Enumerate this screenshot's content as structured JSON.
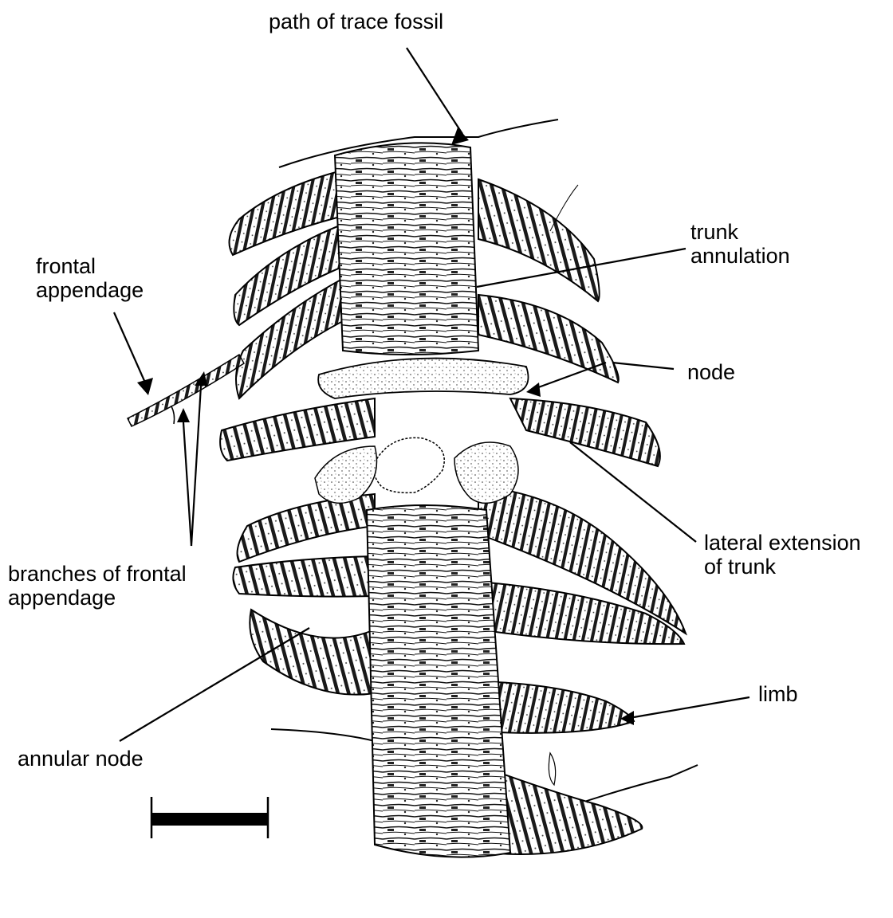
{
  "figure": {
    "labels": {
      "path_of_trace_fossil": "path of trace fossil",
      "trunk_annulation": [
        "trunk",
        "annulation"
      ],
      "frontal_appendage": [
        "frontal",
        "appendage"
      ],
      "node": "node",
      "lateral_extension_of_trunk": [
        "lateral extension",
        "of trunk"
      ],
      "branches_of_frontal_appendage": [
        "branches of frontal",
        "appendage"
      ],
      "limb": "limb",
      "annular_node": "annular node"
    },
    "colors": {
      "ink": "#000000",
      "background": "#ffffff"
    }
  }
}
